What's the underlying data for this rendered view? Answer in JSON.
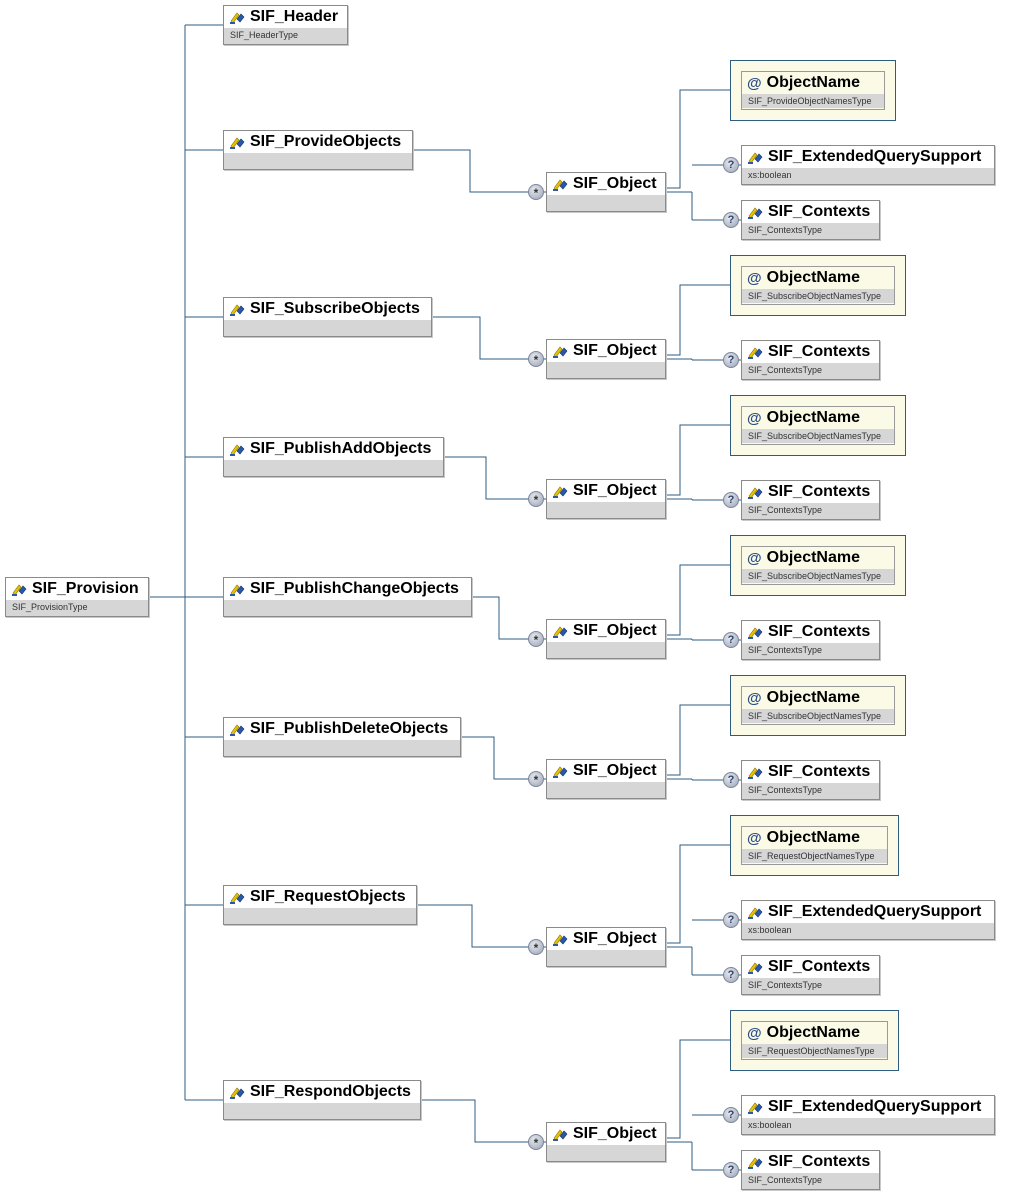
{
  "root": {
    "name": "SIF_Provision",
    "type": "SIF_ProvisionType"
  },
  "header": {
    "name": "SIF_Header",
    "type": "SIF_HeaderType"
  },
  "groups": [
    {
      "name": "SIF_ProvideObjects",
      "object": "SIF_Object",
      "cardinality": "*",
      "attribute": {
        "name": "ObjectName",
        "type": "SIF_ProvideObjectNamesType"
      },
      "children": [
        {
          "name": "SIF_ExtendedQuerySupport",
          "type": "xs:boolean",
          "optional": "?"
        },
        {
          "name": "SIF_Contexts",
          "type": "SIF_ContextsType",
          "optional": "?"
        }
      ]
    },
    {
      "name": "SIF_SubscribeObjects",
      "object": "SIF_Object",
      "cardinality": "*",
      "attribute": {
        "name": "ObjectName",
        "type": "SIF_SubscribeObjectNamesType"
      },
      "children": [
        {
          "name": "SIF_Contexts",
          "type": "SIF_ContextsType",
          "optional": "?"
        }
      ]
    },
    {
      "name": "SIF_PublishAddObjects",
      "object": "SIF_Object",
      "cardinality": "*",
      "attribute": {
        "name": "ObjectName",
        "type": "SIF_SubscribeObjectNamesType"
      },
      "children": [
        {
          "name": "SIF_Contexts",
          "type": "SIF_ContextsType",
          "optional": "?"
        }
      ]
    },
    {
      "name": "SIF_PublishChangeObjects",
      "object": "SIF_Object",
      "cardinality": "*",
      "attribute": {
        "name": "ObjectName",
        "type": "SIF_SubscribeObjectNamesType"
      },
      "children": [
        {
          "name": "SIF_Contexts",
          "type": "SIF_ContextsType",
          "optional": "?"
        }
      ]
    },
    {
      "name": "SIF_PublishDeleteObjects",
      "object": "SIF_Object",
      "cardinality": "*",
      "attribute": {
        "name": "ObjectName",
        "type": "SIF_SubscribeObjectNamesType"
      },
      "children": [
        {
          "name": "SIF_Contexts",
          "type": "SIF_ContextsType",
          "optional": "?"
        }
      ]
    },
    {
      "name": "SIF_RequestObjects",
      "object": "SIF_Object",
      "cardinality": "*",
      "attribute": {
        "name": "ObjectName",
        "type": "SIF_RequestObjectNamesType"
      },
      "children": [
        {
          "name": "SIF_ExtendedQuerySupport",
          "type": "xs:boolean",
          "optional": "?"
        },
        {
          "name": "SIF_Contexts",
          "type": "SIF_ContextsType",
          "optional": "?"
        }
      ]
    },
    {
      "name": "SIF_RespondObjects",
      "object": "SIF_Object",
      "cardinality": "*",
      "attribute": {
        "name": "ObjectName",
        "type": "SIF_RequestObjectNamesType"
      },
      "children": [
        {
          "name": "SIF_ExtendedQuerySupport",
          "type": "xs:boolean",
          "optional": "?"
        },
        {
          "name": "SIF_Contexts",
          "type": "SIF_ContextsType",
          "optional": "?"
        }
      ]
    }
  ],
  "colors": {
    "connector": "#2e5d82",
    "type_band": "#d6d6d6",
    "attribute_bg": "#fafae6"
  },
  "icons": {
    "element": "element-icon",
    "attribute": "attribute-at-icon",
    "optional": "optional-badge-icon",
    "repeat": "repeat-star-icon"
  }
}
